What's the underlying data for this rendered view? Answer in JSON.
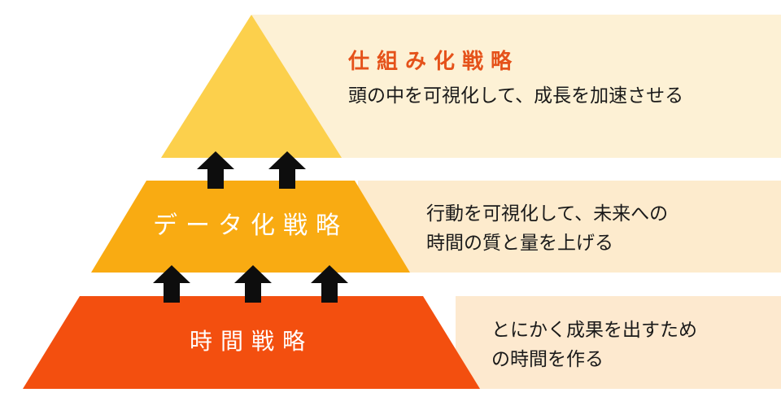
{
  "colors": {
    "top_tier": "#fcd04c",
    "middle_tier": "#f9ab12",
    "bottom_tier": "#f34f0f",
    "top_band": "#fdf1d5",
    "middle_band": "#fdebcd",
    "bottom_band": "#fde9cf",
    "arrow": "#0d0d0d",
    "title_accent": "#e5521a"
  },
  "pyramid": {
    "top": {
      "title": "仕組み化戦略",
      "lines": [
        "頭の中を可視化して、成長を加速させる"
      ]
    },
    "middle": {
      "label": "データ化戦略",
      "lines": [
        "行動を可視化して、未来への",
        "時間の質と量を上げる"
      ]
    },
    "bottom": {
      "label": "時間戦略",
      "lines": [
        "とにかく成果を出すため",
        "の時間を作る"
      ]
    }
  },
  "icons": {
    "arrows": "up-arrow-icon"
  }
}
